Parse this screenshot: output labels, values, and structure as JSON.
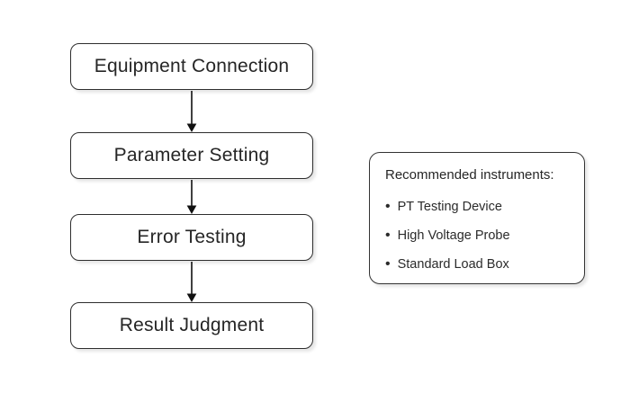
{
  "flowchart": {
    "steps": [
      {
        "label": "Equipment Connection"
      },
      {
        "label": "Parameter Setting"
      },
      {
        "label": "Error Testing"
      },
      {
        "label": "Result Judgment"
      }
    ]
  },
  "side_panel": {
    "title": "Recommended instruments:",
    "bullet": "•",
    "items": [
      "PT Testing Device",
      "High Voltage Probe",
      "Standard Load Box"
    ]
  },
  "colors": {
    "background": "#ffffff",
    "box_border": "#2e2e2e",
    "panel_border": "#333333",
    "text": "#262626",
    "arrow": "#111111"
  }
}
